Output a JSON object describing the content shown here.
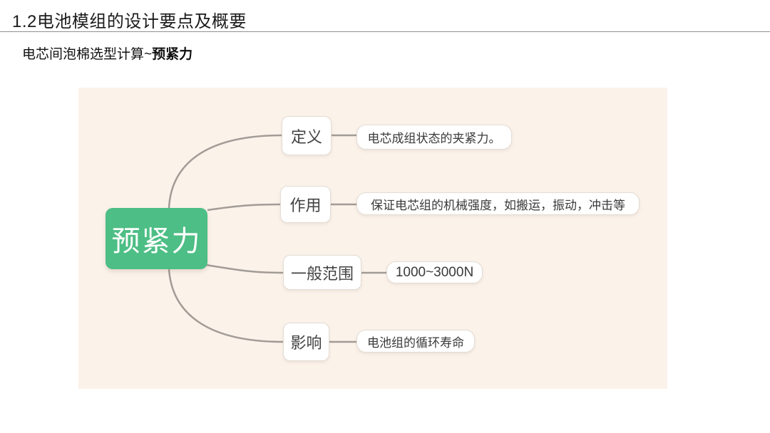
{
  "slide": {
    "title": "1.2电池模组的设计要点及概要",
    "subtitle_prefix": "电芯间泡棉选型计算~",
    "subtitle_emphasis": "预紧力"
  },
  "mindmap": {
    "root": "预紧力",
    "branches": [
      {
        "topic": "定义",
        "detail": "电芯成组状态的夹紧力。"
      },
      {
        "topic": "作用",
        "detail": "保证电芯组的机械强度，如搬运，振动，冲击等"
      },
      {
        "topic": "一般范围",
        "detail": "1000~3000N"
      },
      {
        "topic": "影响",
        "detail": "电池组的循环寿命"
      }
    ]
  },
  "colors": {
    "root_node_green": "#4DBE85",
    "panel_background": "#FBF2EA",
    "connector_gray": "#A29C96",
    "box_border": "#E2DDD6"
  }
}
